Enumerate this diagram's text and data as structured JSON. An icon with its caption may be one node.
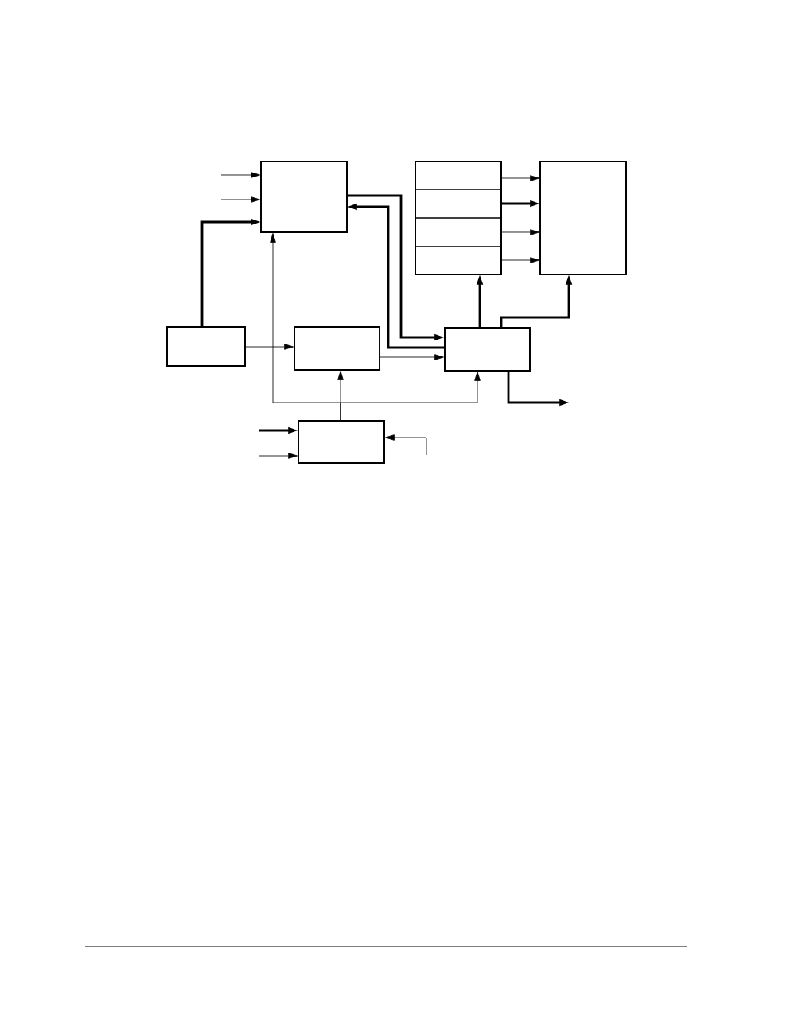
{
  "diagram": {
    "nodes": [
      {
        "text": [],
        "shape": "box"
      },
      {
        "text": [],
        "shape": "box"
      },
      {
        "text": [],
        "shape": "box",
        "in": 1
      },
      {
        "text": [],
        "shape": "box",
        "in": 1
      },
      {
        "text": [],
        "shape": "box",
        "in": 1
      },
      {
        "text": [],
        "shape": "box",
        "in": 1
      },
      {
        "text": [],
        "shape": "box"
      },
      {
        "text": [],
        "shape": "box"
      },
      {
        "text": [],
        "shape": "box"
      },
      {
        "text": [],
        "shape": "box"
      },
      {
        "text": [],
        "shape": "box"
      }
    ],
    "edges": [
      {
        "from": null,
        "to": 0,
        "arrow": "to"
      },
      {
        "from": null,
        "to": 0,
        "arrow": "to"
      },
      {
        "from": 7,
        "to": 0,
        "arrow": "to",
        "style": "thick"
      },
      {
        "from": 0,
        "to": 9,
        "arrow": "to",
        "style": "thick"
      },
      {
        "from": 9,
        "to": 0,
        "arrow": "to",
        "style": "thick"
      },
      {
        "from": 7,
        "to": 8,
        "arrow": "to"
      },
      {
        "from": 8,
        "to": 9,
        "arrow": "to"
      },
      {
        "from": 2,
        "to": 6,
        "arrow": "to"
      },
      {
        "from": 3,
        "to": 6,
        "arrow": "to",
        "style": "thick"
      },
      {
        "from": 4,
        "to": 6,
        "arrow": "to"
      },
      {
        "from": 5,
        "to": 6,
        "arrow": "to"
      },
      {
        "from": 9,
        "to": 1,
        "arrow": "to",
        "style": "thick"
      },
      {
        "from": 9,
        "to": 6,
        "arrow": "to",
        "style": "thick"
      },
      {
        "from": 10,
        "to": 8,
        "arrow": "to"
      },
      {
        "from": 10,
        "to": 0,
        "arrow": "to"
      },
      {
        "from": 10,
        "to": 9,
        "arrow": "to"
      },
      {
        "from": 9,
        "to": null,
        "arrow": "to",
        "style": "thick"
      },
      {
        "from": null,
        "to": 10,
        "arrow": "to",
        "style": "thick"
      },
      {
        "from": null,
        "to": 10,
        "arrow": "to"
      },
      {
        "from": null,
        "to": 10,
        "arrow": "to"
      }
    ]
  }
}
